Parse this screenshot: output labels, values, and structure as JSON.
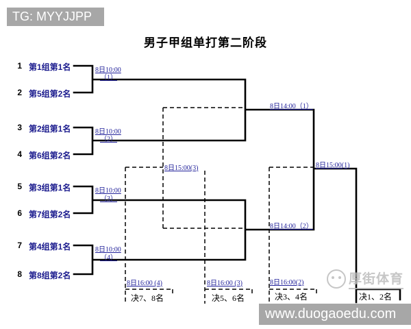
{
  "header": {
    "tag": "TG: MYYJJPP"
  },
  "title": "男子甲组单打第二阶段",
  "entries": [
    {
      "seed": "1",
      "name": "第1组第1名"
    },
    {
      "seed": "2",
      "name": "第5组第2名"
    },
    {
      "seed": "3",
      "name": "第2组第1名"
    },
    {
      "seed": "4",
      "name": "第6组第2名"
    },
    {
      "seed": "5",
      "name": "第3组第1名"
    },
    {
      "seed": "6",
      "name": "第7组第2名"
    },
    {
      "seed": "7",
      "name": "第4组第1名"
    },
    {
      "seed": "8",
      "name": "第8组第2名"
    }
  ],
  "rounds": {
    "qf": [
      {
        "time": "8日10:00",
        "table": "（1）"
      },
      {
        "time": "8日10:00",
        "table": "（2）"
      },
      {
        "time": "8日10:00",
        "table": "（3）"
      },
      {
        "time": "8日10:00",
        "table": "（4）"
      }
    ],
    "sf": [
      "8日14:00（1）",
      "8日14:00（2）"
    ],
    "final": "8日15:00(1)",
    "consolation": "8日15:00(3)",
    "placement": [
      {
        "time": "8日16:00 (4)",
        "title": "决7、8名"
      },
      {
        "time": "8日16:00 (3)",
        "title": "决5、6名"
      },
      {
        "time": "8日16:00(2)",
        "title": "决3、4名"
      },
      {
        "time": "",
        "title": "决1、2名"
      }
    ]
  },
  "watermark": {
    "text": "厚街体育"
  },
  "footer": {
    "url": "www.duogaoedu.com"
  },
  "colors": {
    "link_blue": "#23239b",
    "entry_navy": "#1c1c8e",
    "bar_gray": "#a7a7a7",
    "line_black": "#000000",
    "watermark_gray": "#bdbdbd"
  }
}
